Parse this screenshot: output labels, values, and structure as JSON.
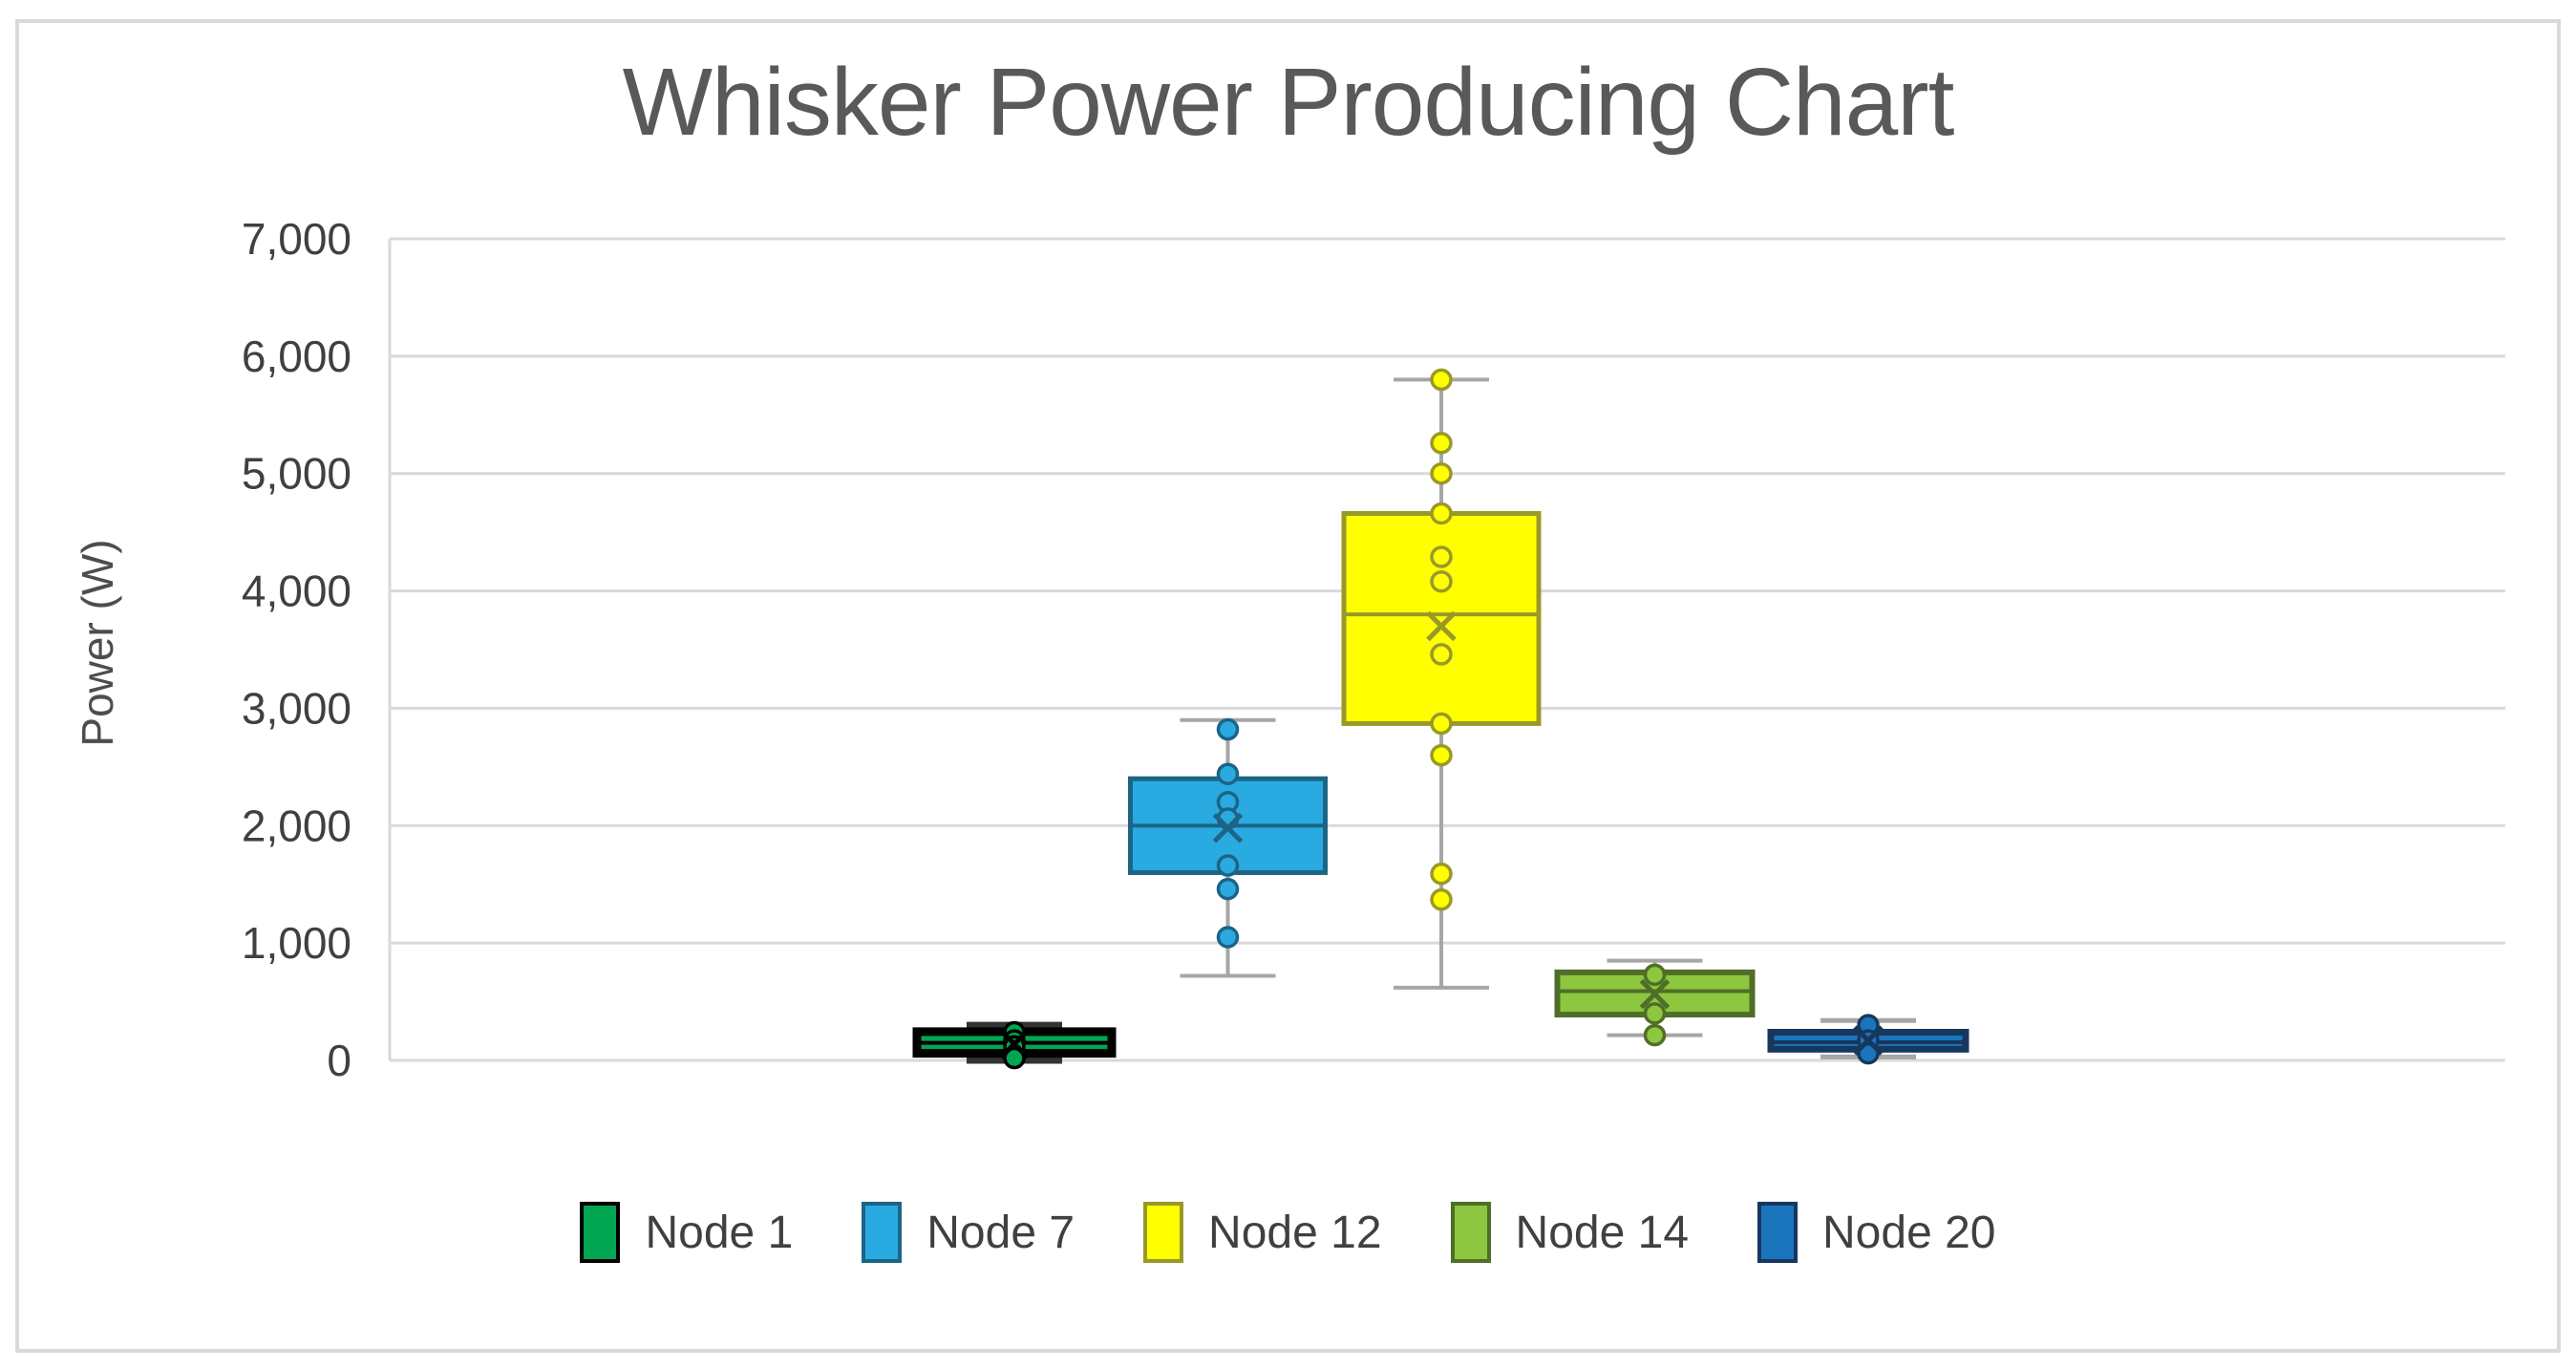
{
  "chart_data": {
    "type": "boxplot",
    "title": "Whisker Power Producing Chart",
    "xlabel": "",
    "ylabel": "Power (W)",
    "ylim": [
      0,
      7000
    ],
    "ytick_values": [
      0,
      1000,
      2000,
      3000,
      4000,
      5000,
      6000,
      7000
    ],
    "ytick_labels": [
      "0",
      "1,000",
      "2,000",
      "3,000",
      "4,000",
      "5,000",
      "6,000",
      "7,000"
    ],
    "grid": true,
    "legend_position": "bottom",
    "series": [
      {
        "name": "Node 1",
        "fill": "#00A651",
        "border": "#000000",
        "border_width": 9,
        "whisker_color": "#333333",
        "whisker_low": 0,
        "q1": 60,
        "median": 150,
        "q3": 245,
        "whisker_high": 300,
        "mean": 140,
        "points": [
          240,
          170,
          120,
          20
        ]
      },
      {
        "name": "Node 7",
        "fill": "#29ABE2",
        "border": "#1D6485",
        "border_width": 5,
        "whisker_color": "#A6A6A6",
        "whisker_low": 720,
        "q1": 1600,
        "median": 2000,
        "q3": 2400,
        "whisker_high": 2900,
        "mean": 1980,
        "points": [
          2820,
          2440,
          2200,
          2060,
          1660,
          1460,
          1050
        ]
      },
      {
        "name": "Node 12",
        "fill": "#FFFF00",
        "border": "#99992A",
        "border_width": 5,
        "whisker_color": "#A6A6A6",
        "whisker_low": 620,
        "q1": 2870,
        "median": 3800,
        "q3": 4660,
        "whisker_high": 5800,
        "mean": 3700,
        "points": [
          5800,
          5260,
          5000,
          4660,
          4290,
          4080,
          3460,
          2870,
          2600,
          1590,
          1370
        ]
      },
      {
        "name": "Node 14",
        "fill": "#8DC63F",
        "border": "#4F6E28",
        "border_width": 6,
        "whisker_color": "#A6A6A6",
        "whisker_low": 215,
        "q1": 390,
        "median": 590,
        "q3": 750,
        "whisker_high": 850,
        "mean": 565,
        "points": [
          730,
          400,
          215
        ]
      },
      {
        "name": "Node 20",
        "fill": "#1B75BC",
        "border": "#17375E",
        "border_width": 7,
        "whisker_color": "#A6A6A6",
        "whisker_low": 30,
        "q1": 95,
        "median": 155,
        "q3": 240,
        "whisker_high": 340,
        "mean": 170,
        "points": [
          300,
          170,
          60
        ]
      }
    ]
  },
  "colors": {
    "gridline": "#D9D9D9",
    "axis_line": "#D9D9D9",
    "tick_text": "#404040",
    "title_text": "#595959",
    "outer_border": "#D9D9D9"
  }
}
